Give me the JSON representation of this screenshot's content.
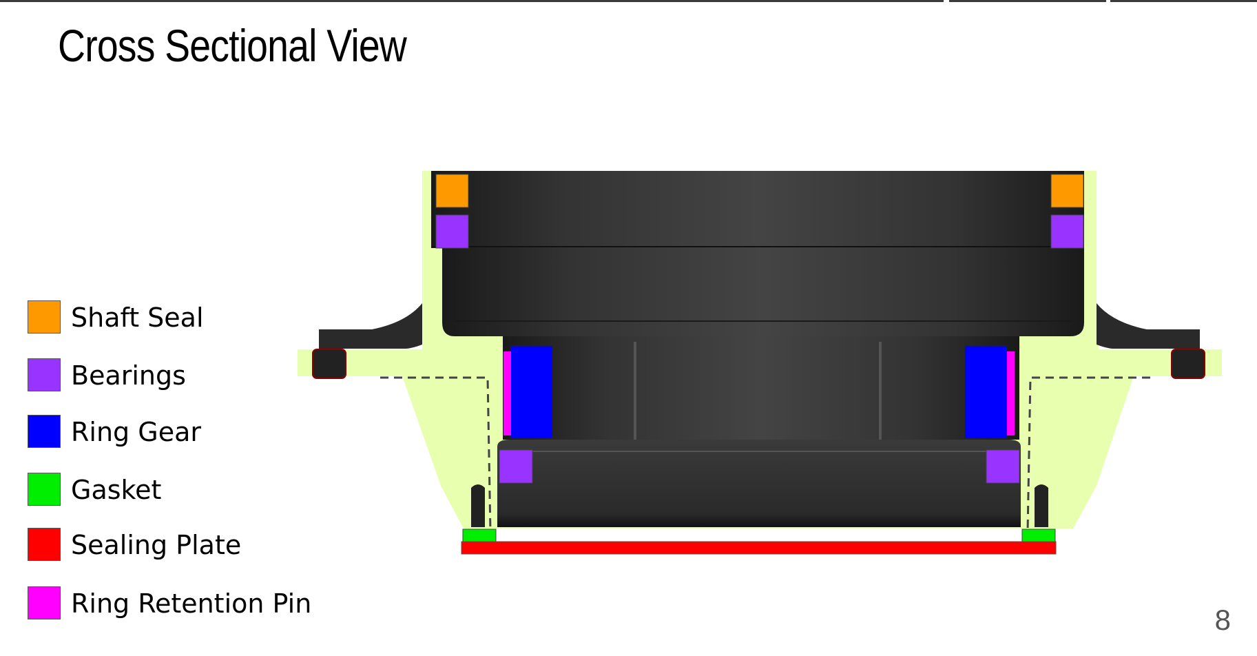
{
  "slide": {
    "title": "Cross Sectional View",
    "page_number": "8"
  },
  "legend": [
    {
      "label": "Shaft Seal",
      "color": "#ff9900"
    },
    {
      "label": "Bearings",
      "color": "#9933ff"
    },
    {
      "label": "Ring Gear",
      "color": "#0000ff"
    },
    {
      "label": "Gasket",
      "color": "#00ee00"
    },
    {
      "label": "Sealing Plate",
      "color": "#ff0000"
    },
    {
      "label": "Ring Retention Pin",
      "color": "#ff00ff"
    }
  ],
  "colors": {
    "housing": "#e8ffb0",
    "metal": "#2e2e2e",
    "background": "#ffffff"
  }
}
